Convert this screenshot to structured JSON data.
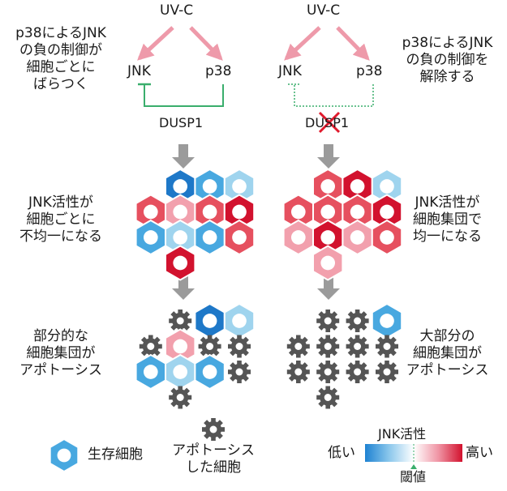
{
  "left": {
    "uvc": "UV-C",
    "jnk": "JNK",
    "p38": "p38",
    "dusp1": "DUSP1",
    "top_note": [
      "p38によるJNK",
      "の負の制御が",
      "細胞ごとに",
      "ばらつく"
    ],
    "mid_note": [
      "JNK活性が",
      "細胞ごとに",
      "不均一になる"
    ],
    "bottom_note": [
      "部分的な",
      "細胞集団が",
      "アポトーシス"
    ]
  },
  "right": {
    "uvc": "UV-C",
    "jnk": "JNK",
    "p38": "p38",
    "dusp1": "DUSP1",
    "top_note": [
      "p38によるJNK",
      "の負の制御を",
      "解除する"
    ],
    "mid_note": [
      "JNK活性が",
      "細胞集団で",
      "均一になる"
    ],
    "bottom_note": [
      "大部分の",
      "細胞集団が",
      "アポトーシス"
    ]
  },
  "legend": {
    "living_cell": "生存細胞",
    "apoptotic_cell": [
      "アポトーシス",
      "した細胞"
    ],
    "scale_title": "JNK活性",
    "low": "低い",
    "high": "高い",
    "threshold": "閾値"
  },
  "colors": {
    "arrow_pink": "#ee9aaa",
    "inhibit_green": "#3aae6c",
    "cross_red": "#e0192c",
    "down_arrow": "#9b9b9b",
    "gear": "#555555",
    "hex_blue_dark": "#1e78c8",
    "hex_blue": "#48a8e0",
    "hex_blue_light": "#9fd4ee",
    "hex_pink_light": "#f2a0ad",
    "hex_pink": "#e6505f",
    "hex_red": "#d2122e"
  }
}
